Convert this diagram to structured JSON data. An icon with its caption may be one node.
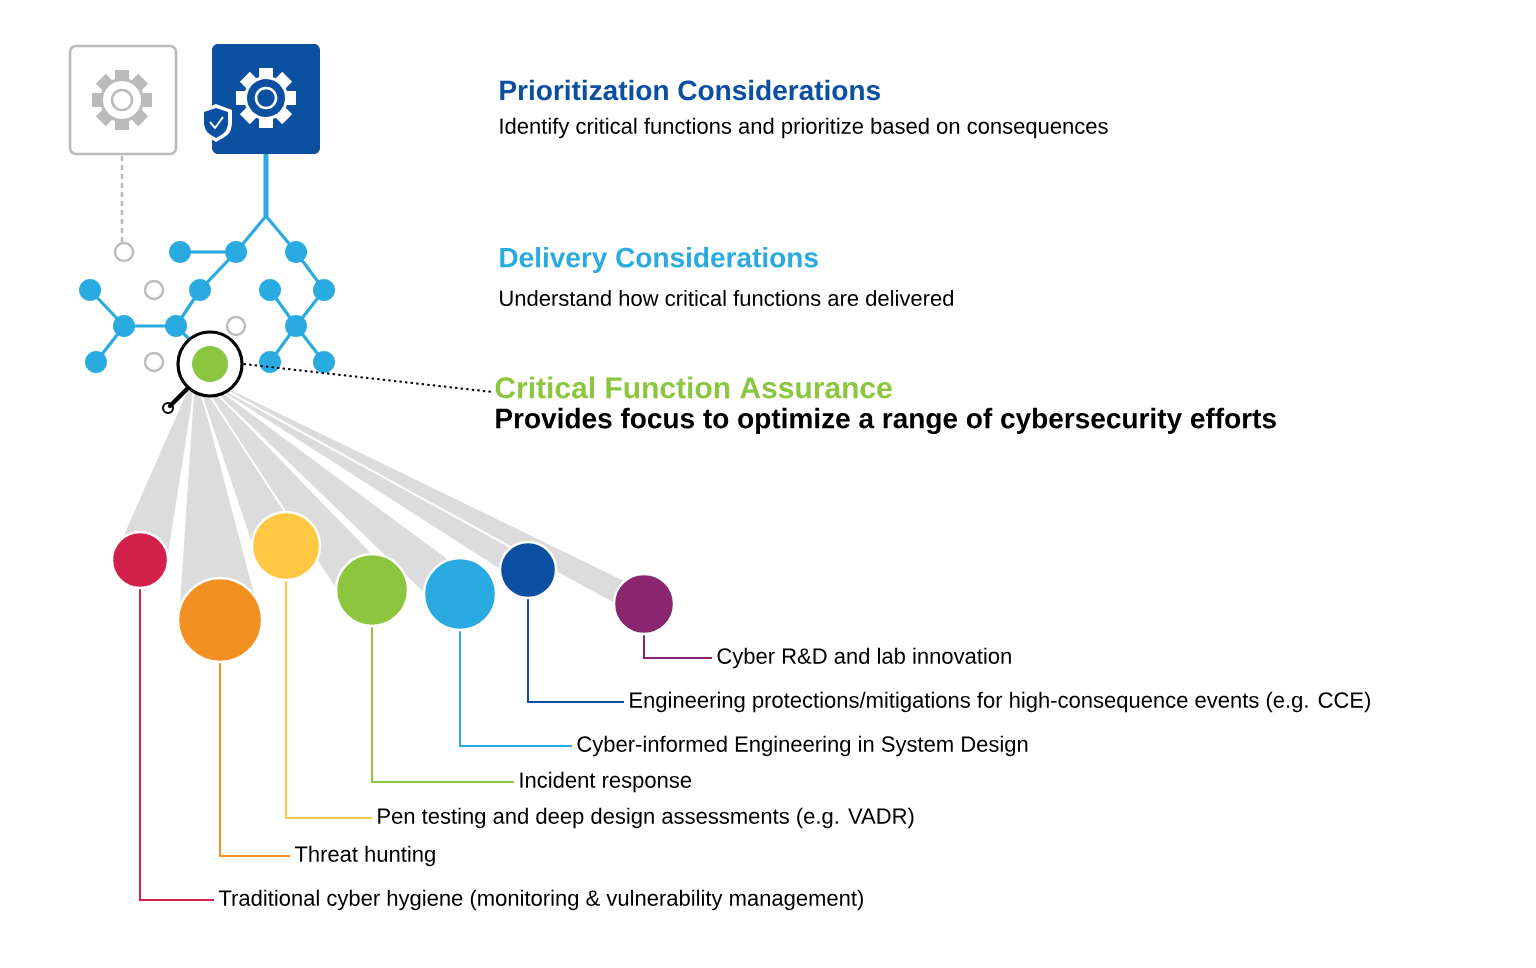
{
  "diagram": {
    "nodes": [
      {
        "text": [
          "Critical Function Assurance",
          "Provides focus to optimize a range of cybersecurity efforts"
        ]
      },
      {
        "text": [],
        "shape": "circle"
      },
      {
        "text": [],
        "shape": "circle"
      },
      {
        "text": [],
        "shape": "circle"
      },
      {
        "text": [],
        "shape": "circle"
      },
      {
        "text": [],
        "shape": "circle"
      },
      {
        "text": [],
        "shape": "circle"
      },
      {
        "text": [],
        "shape": "circle"
      },
      {
        "text": [],
        "shape": "circle"
      },
      {
        "text": [
          "Traditional cyber hygiene (monitoring & vulnerability management)"
        ]
      },
      {
        "text": [
          "Threat hunting"
        ]
      },
      {
        "text": [
          "Pen testing and deep design assessments (e.g. VADR)"
        ]
      },
      {
        "text": [
          "Incident response"
        ]
      },
      {
        "text": [
          "Cyber-informed Engineering in System Design"
        ]
      },
      {
        "text": [
          "Engineering protections/mitigations for high-consequence events (e.g. CCE)"
        ]
      },
      {
        "text": [
          "Cyber R&D and lab innovation"
        ]
      }
    ],
    "edges": [
      {
        "from": 0,
        "to": 1,
        "arrow": "none",
        "style": "dashed"
      },
      {
        "from": 2,
        "to": 9,
        "arrow": "none",
        "color": "#d21f4b"
      },
      {
        "from": 3,
        "to": 10,
        "arrow": "none",
        "color": "#f39022"
      },
      {
        "from": 4,
        "to": 11,
        "arrow": "none",
        "color": "#ffc843"
      },
      {
        "from": 5,
        "to": 12,
        "arrow": "none",
        "color": "#8cc63f"
      },
      {
        "from": 6,
        "to": 13,
        "arrow": "none",
        "color": "#29abe2"
      },
      {
        "from": 7,
        "to": 14,
        "arrow": "none",
        "color": "#0b4fa0"
      },
      {
        "from": 8,
        "to": 15,
        "arrow": "none",
        "color": "#8a2570"
      }
    ],
    "labels": [
      "Prioritization Considerations",
      "Identify critical functions and prioritize based on consequences",
      "Delivery Considerations",
      "Understand how critical functions are delivered"
    ]
  }
}
